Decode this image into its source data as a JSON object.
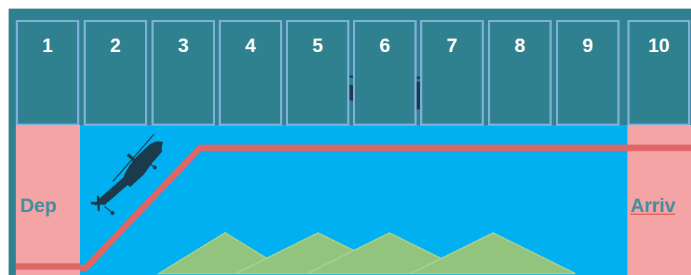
{
  "diagram": {
    "nodes": [
      {
        "text": [
          "1"
        ]
      },
      {
        "text": [
          "2"
        ]
      },
      {
        "text": [
          "3"
        ]
      },
      {
        "text": [
          "4"
        ]
      },
      {
        "text": [
          "5"
        ]
      },
      {
        "text": [
          "6"
        ]
      },
      {
        "text": [
          "7"
        ]
      },
      {
        "text": [
          "8"
        ]
      },
      {
        "text": [
          "9"
        ]
      },
      {
        "text": [
          "10"
        ]
      },
      {
        "text": [
          "Dep"
        ]
      },
      {
        "text": [
          "Arriv"
        ]
      }
    ],
    "edges": [
      {
        "from": 10,
        "to": 11,
        "arrow": "none"
      }
    ]
  }
}
